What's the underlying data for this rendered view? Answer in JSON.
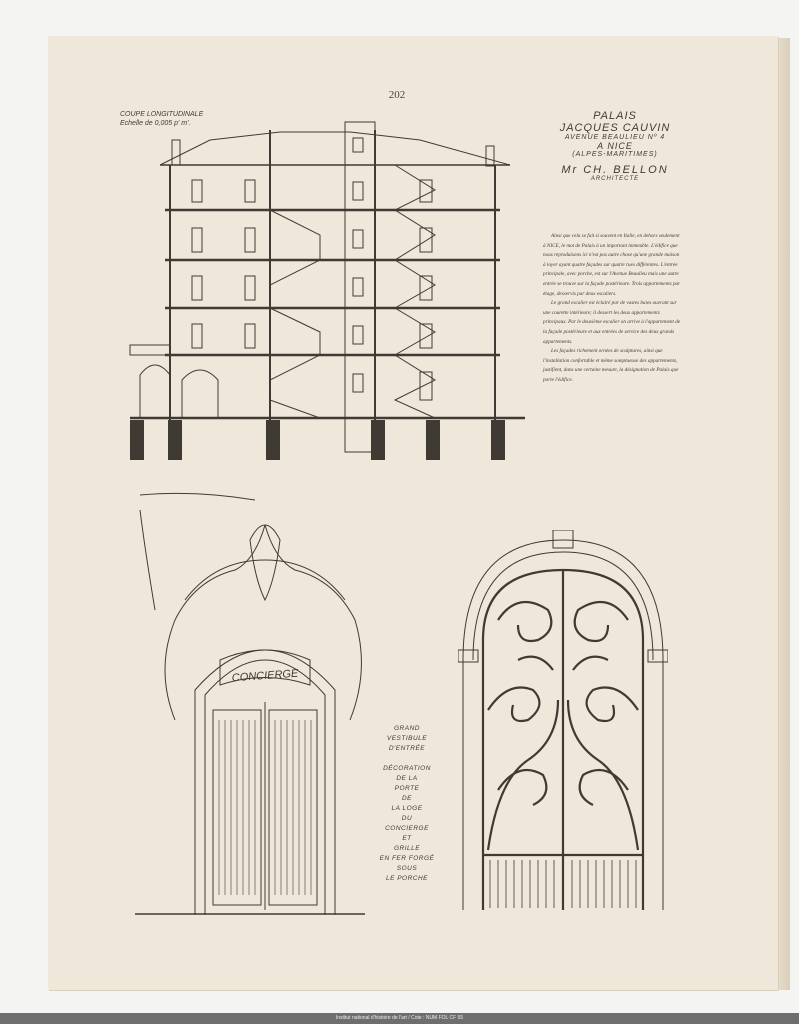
{
  "page_number": "202",
  "section_label": {
    "line1": "COUPE LONGITUDINALE",
    "line2": "Echelle de 0,005 p' m'."
  },
  "title": {
    "line1": "PALAIS",
    "line2": "JACQUES CAUVIN",
    "line3": "AVENUE BEAULIEU Nº 4",
    "line4": "A NICE",
    "line5": "(ALPES-MARITIMES)",
    "architect": "Mr CH. BELLON",
    "architect_role": "ARCHITECTE"
  },
  "body_paragraphs": [
    "Ainsi que cela se fait si souvent en Italie, en dehors seulement à NICE, le mot de Palais à un important immeuble. L'édifice que nous reproduisons ici n'est pas autre chose qu'une grande maison à loyer ayant quatre façades sur quatre rues différentes. L'entrée principale, avec porche, est sur l'Avenue Beaulieu mais une autre entrée se trouve sur la façade postérieure. Trois appartements par étage, desservis par deux escaliers.",
    "Le grand escalier est éclairé par de vastes baies ouvrant sur une courette intérieure; il dessert les deux appartements principaux. Par le deuxième escalier on arrive à l'appartement de la façade postérieure et aux entrées de service des deux grands appartements.",
    "Les façades richement ornées de sculptures, ainsi que l'installation confortable et même somptueuse des appartements, justifient, dans une certaine mesure, la désignation de Palais que porte l'édifice."
  ],
  "caption_lines": [
    "GRAND",
    "VESTIBULE",
    "D'ENTRÉE",
    "",
    "DÉCORATION",
    "DE LA",
    "PORTE",
    "DE",
    "LA LOGE",
    "DU",
    "CONCIERGE",
    "ET",
    "GRILLE",
    "EN FER FORGÉ",
    "SOUS",
    "LE PORCHE"
  ],
  "door_sign": "CONCIERGE",
  "footer": "Institut national d'histoire de l'art / Cote : NUM FOL CF 55",
  "colors": {
    "paper": "#efe8da",
    "ink": "#3f3a33",
    "footer_bar": "#6e6e6e"
  }
}
